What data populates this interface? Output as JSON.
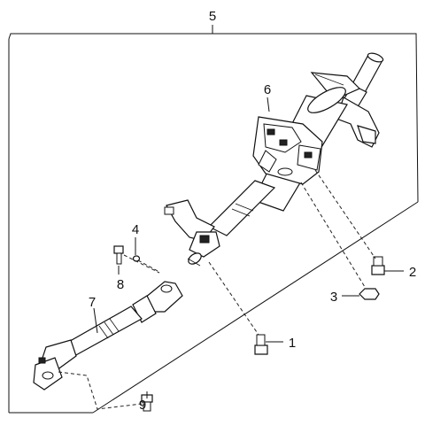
{
  "callouts": [
    {
      "id": "5",
      "label": "5"
    },
    {
      "id": "6",
      "label": "6"
    },
    {
      "id": "4",
      "label": "4"
    },
    {
      "id": "8",
      "label": "8"
    },
    {
      "id": "7",
      "label": "7"
    },
    {
      "id": "2",
      "label": "2"
    },
    {
      "id": "3",
      "label": "3"
    },
    {
      "id": "1",
      "label": "1"
    },
    {
      "id": "9",
      "label": "9"
    }
  ]
}
